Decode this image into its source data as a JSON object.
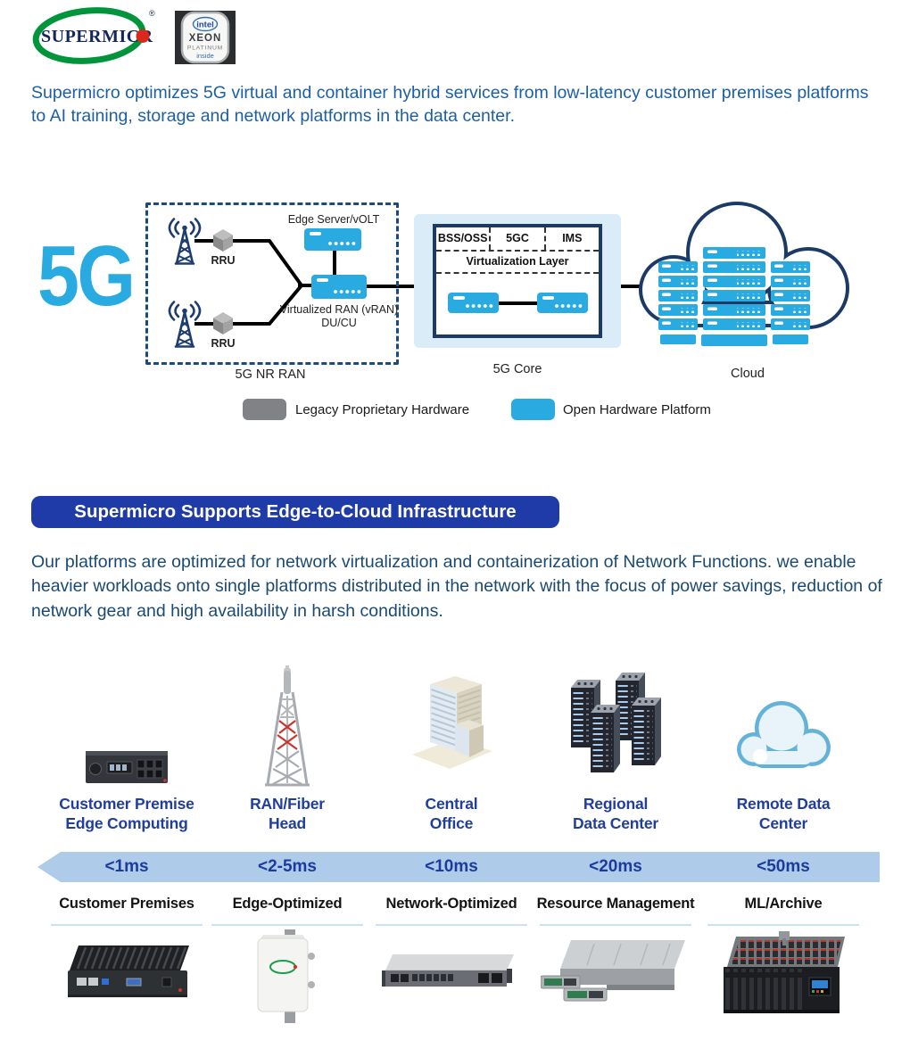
{
  "header": {
    "supermicro_logo": {
      "icon": "supermicro-logo",
      "logotype_text": "SUPERMICR",
      "trailing_o_style": "red-dot",
      "registered_mark": "®",
      "green": "#00953B",
      "red": "#DA291C",
      "navy": "#14265C"
    },
    "intel_badge": {
      "icon": "intel-xeon-platinum-badge",
      "brand": "intel",
      "line1": "XEON",
      "line2": "PLATINUM",
      "line3": "inside"
    }
  },
  "intro_paragraph": "Supermicro optimizes 5G virtual and container hybrid services from low-latency customer premises platforms to AI training, storage and network platforms in the data center.",
  "diagram": {
    "big_label": "5G",
    "nr_ran": {
      "edge_server_label": "Edge Server/vOLT",
      "rru_labels": [
        "RRU",
        "RRU"
      ],
      "vran_label_line1": "Virtualized RAN (vRAN)",
      "vran_label_line2": "DU/CU",
      "caption": "5G NR RAN",
      "tower_icon": "cell-tower-icon",
      "rru_icon": "rru-cube-icon",
      "server_icon": "server-node-icon"
    },
    "core": {
      "cells": [
        "BSS/OSS",
        "5GC",
        "IMS"
      ],
      "virtualization_label": "Virtualization Layer",
      "caption": "5G Core"
    },
    "cloud": {
      "caption": "Cloud",
      "icon": "cloud-servers-icon"
    },
    "legend": [
      {
        "label": "Legacy Proprietary Hardware",
        "color": "#808285",
        "icon": "gray-swatch"
      },
      {
        "label": "Open Hardware Platform",
        "color": "#29ABE2",
        "icon": "blue-swatch"
      }
    ]
  },
  "banner": {
    "title": "Supermicro Supports Edge-to-Cloud Infrastructure",
    "background": "#1E3BA8"
  },
  "body_paragraph": "Our platforms are optimized for network virtualization and containerization of Network Functions.  we enable heavier workloads onto single platforms distributed in the network with the focus of power savings, reduction of network gear and high availability in harsh conditions.",
  "edge_to_cloud": {
    "latency_arrow_color": "#AFCBEA",
    "columns": [
      {
        "icon": "edge-compute-box-icon",
        "title_line1": "Customer Premise",
        "title_line2": "Edge Computing",
        "latency": "<1ms",
        "category": "Customer Premises",
        "product_icon": "fanless-edge-server-image"
      },
      {
        "icon": "ran-tower-icon",
        "title_line1": "RAN/Fiber",
        "title_line2": "Head",
        "latency": "<2-5ms",
        "category": "Edge-Optimized",
        "product_icon": "outdoor-edge-unit-image"
      },
      {
        "icon": "office-building-icon",
        "title_line1": "Central",
        "title_line2": "Office",
        "latency": "<10ms",
        "category": "Network-Optimized",
        "product_icon": "rack-1u-server-image"
      },
      {
        "icon": "server-towers-icon",
        "title_line1": "Regional",
        "title_line2": "Data Center",
        "latency": "<20ms",
        "category": "Resource Management",
        "product_icon": "twin-2u-server-image"
      },
      {
        "icon": "cloud-icon",
        "title_line1": "Remote Data",
        "title_line2": "Center",
        "latency": "<50ms",
        "category": "ML/Archive",
        "product_icon": "storage-server-image"
      }
    ]
  },
  "colors": {
    "accent_blue": "#29ABE2",
    "diagram_navy": "#1B3A66",
    "dashed_border_blue": "#1B4A7E",
    "core_bg": "#D9ECF8",
    "banner_blue": "#1E3BA8",
    "deep_blue_labels": "#213D9E",
    "intro_text_blue": "#1D5FA6",
    "body_text_navy": "#1A4A73",
    "arrow_fill": "#AFCBEA",
    "legend_gray": "#808285",
    "supermicro_green": "#00953B",
    "supermicro_red": "#DA291C"
  }
}
